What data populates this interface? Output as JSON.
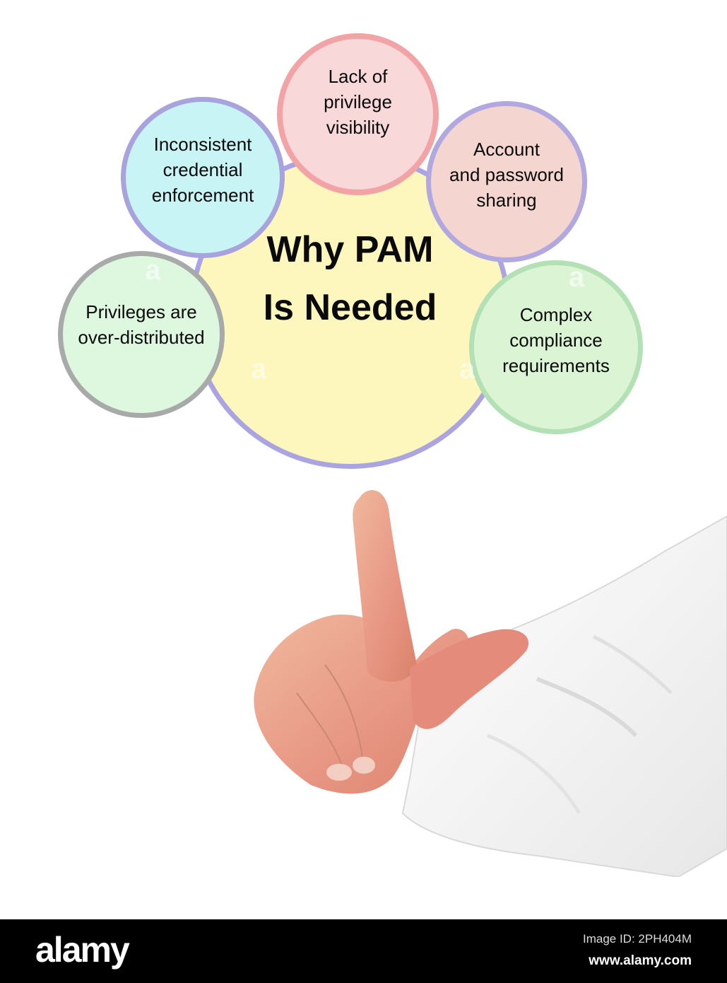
{
  "diagram": {
    "title": "Why PAM\nIs Needed",
    "center": {
      "fill": "#fdf6bd",
      "border": "#aaa5e2"
    },
    "nodes": [
      {
        "id": "lack-visibility",
        "label": "Lack of\nprivilege\nvisibility",
        "fill": "#f9d8d9",
        "border": "#f2a3a6"
      },
      {
        "id": "inconsistent-credential",
        "label": "Inconsistent\ncredential\nenforcement",
        "fill": "#c9f4f6",
        "border": "#a9a3dd"
      },
      {
        "id": "account-sharing",
        "label": "Account\nand password\nsharing",
        "fill": "#f4d5cf",
        "border": "#b2a8e0"
      },
      {
        "id": "over-distributed",
        "label": "Privileges are\nover-distributed",
        "fill": "#def7df",
        "border": "#a7aaa8"
      },
      {
        "id": "compliance",
        "label": "Complex\ncompliance\nrequirements",
        "fill": "#dbf5d4",
        "border": "#b3e0b4"
      }
    ]
  },
  "photo": {
    "subject": "hand pointing up with index finger, white shirt sleeve"
  },
  "footer": {
    "logo": "alamy",
    "image_id": "Image ID: 2PH404M",
    "url": "www.alamy.com"
  },
  "watermark": "a"
}
